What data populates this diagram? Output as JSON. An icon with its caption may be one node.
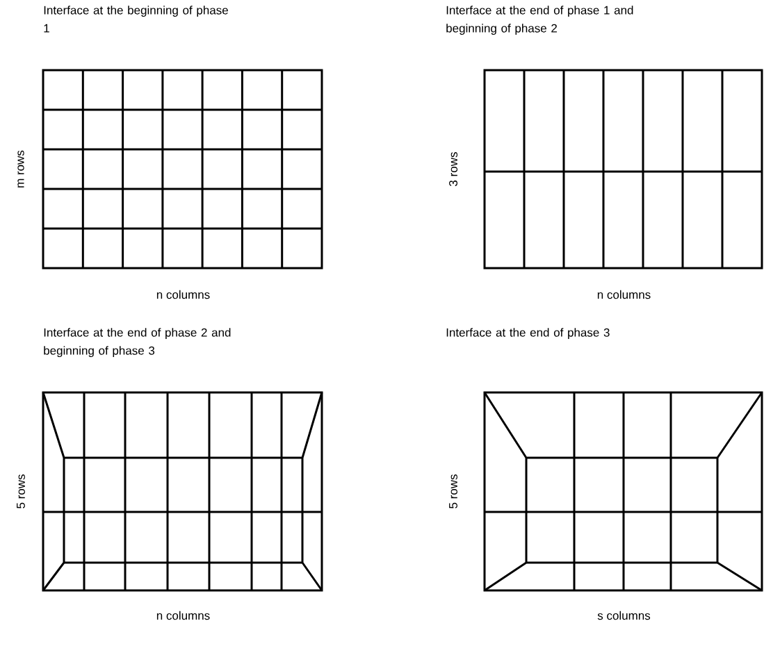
{
  "diagram": {
    "nodes": [
      {
        "text": [
          "Interface at the beginning of phase 1"
        ],
        "beside": [
          "m rows",
          "n columns"
        ]
      },
      {
        "text": [
          "Interface at the end of phase 1 and beginning of phase 2"
        ],
        "beside": [
          "3 rows",
          "n columns"
        ]
      },
      {
        "text": [
          "Interface at the end of phase 2 and beginning of phase 3"
        ],
        "beside": [
          "5 rows",
          "n columns"
        ]
      },
      {
        "text": [
          "Interface at the end of phase 3"
        ],
        "beside": [
          "5 rows",
          "s columns"
        ]
      }
    ]
  }
}
